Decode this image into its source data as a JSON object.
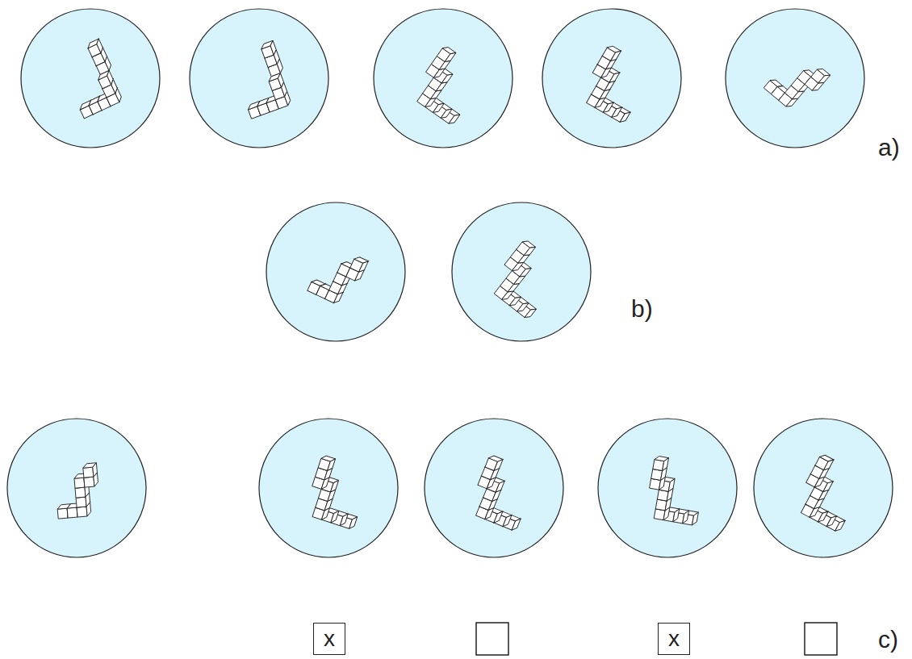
{
  "diagram": {
    "nodes": [
      {
        "text": [
          "x"
        ]
      },
      {
        "text": [
          "x"
        ]
      }
    ],
    "labels": [
      "a)",
      "b)",
      "c)"
    ]
  }
}
